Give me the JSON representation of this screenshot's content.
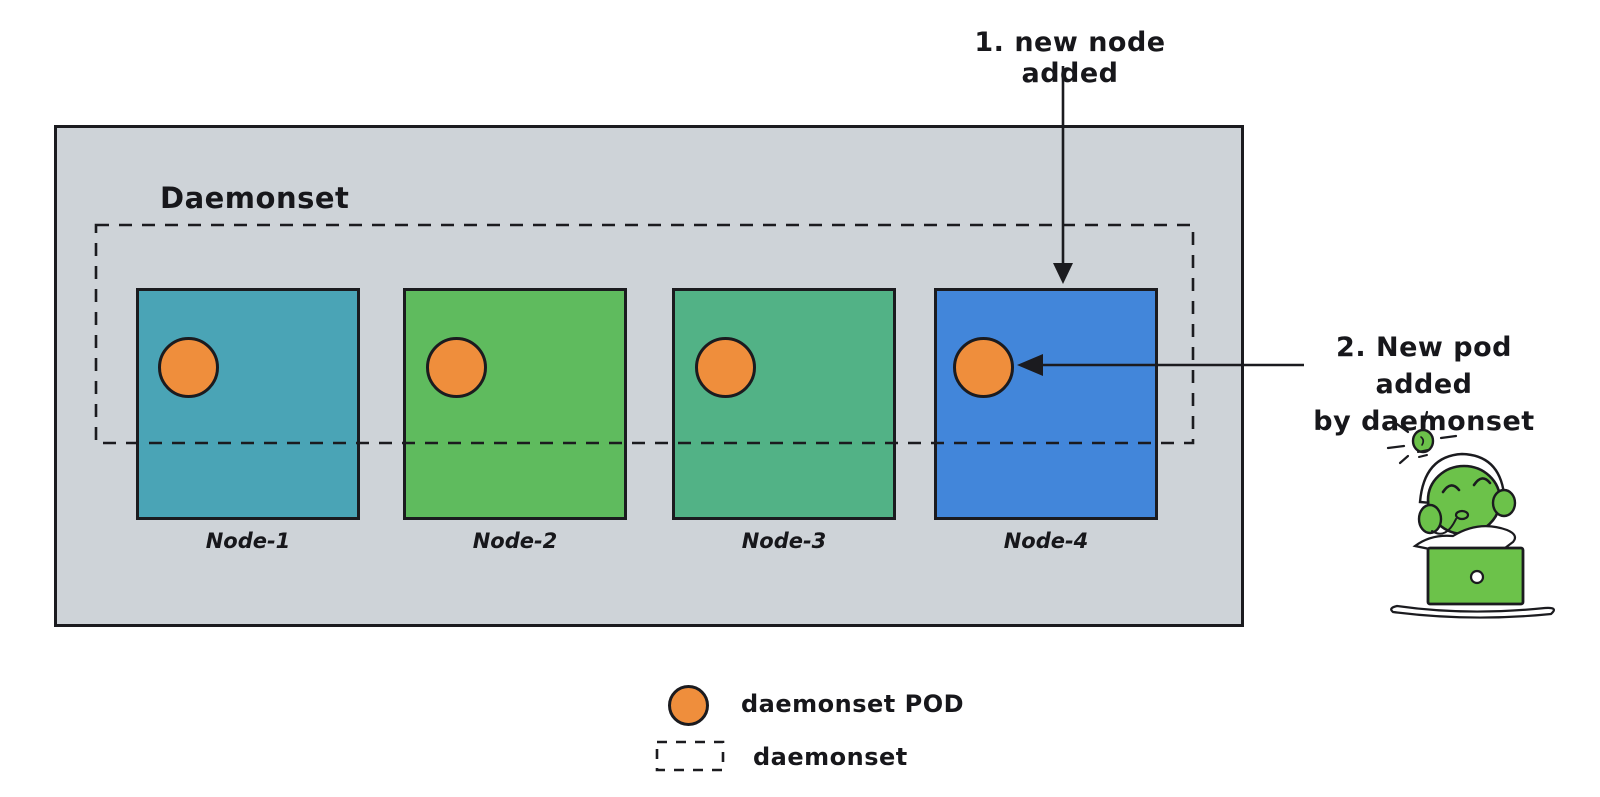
{
  "diagram": {
    "daemonset_label": "Daemonset",
    "annotation_step1": "1. new node added",
    "annotation_step2_line1": "2. New pod added",
    "annotation_step2_line2": "by daemonset",
    "nodes": [
      {
        "label": "Node-1",
        "color": "#4aa4b6"
      },
      {
        "label": "Node-2",
        "color": "#5fbb5e"
      },
      {
        "label": "Node-3",
        "color": "#52b286"
      },
      {
        "label": "Node-4",
        "color": "#4286da"
      }
    ],
    "legend": [
      {
        "symbol": "pod-circle",
        "label": "daemonset POD"
      },
      {
        "symbol": "dashed-box",
        "label": "daemonset"
      }
    ],
    "colors": {
      "pod": "#ef8e3c",
      "cluster_background": "#ced3d8",
      "outline": "#1b1b1f",
      "mascot_green": "#6cc24a"
    }
  }
}
